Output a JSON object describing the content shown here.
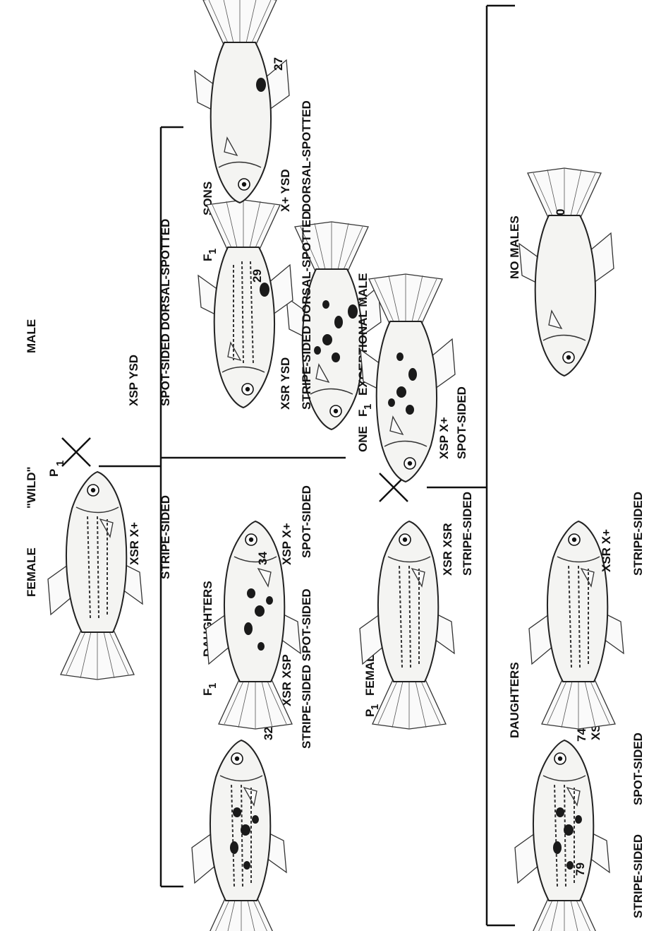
{
  "p1": {
    "wild": "\"WILD\"",
    "p1_label": "P",
    "p1_sub": "1",
    "female": {
      "title": "FEMALE",
      "genotype": "XSR X+",
      "phenotype": "STRIPE-SIDED"
    },
    "male": {
      "title": "MALE",
      "genotype": "XSP YSD",
      "phenotype": "SPOT-SIDED DORSAL-SPOTTED"
    }
  },
  "f1": {
    "daughters_label": "DAUGHTERS",
    "sons_label": "SONS",
    "f_label": "F",
    "f_sub": "1",
    "daughters": [
      {
        "count": "32",
        "genotype": "XSR XSP",
        "phenotype": "STRIPE-SIDED SPOT-SIDED"
      },
      {
        "count": "34",
        "genotype": "XSP X+",
        "phenotype": "SPOT-SIDED"
      }
    ],
    "sons": [
      {
        "count": "29",
        "genotype": "XSR YSD",
        "phenotype": "STRIPE-SIDED DORSAL-SPOTTED"
      },
      {
        "count": "27",
        "genotype": "X+ YSD",
        "phenotype": "DORSAL-SPOTTED"
      }
    ]
  },
  "backcross": {
    "p1_female_label": "FEMALE",
    "p1_female": {
      "genotype": "XSR XSR",
      "phenotype": "STRIPE-SIDED"
    },
    "exceptional_label": "ONE F1 EXCEPTIONAL MALE",
    "exceptional_prefix": "ONE",
    "exceptional_suffix": "EXCEPTIONAL MALE",
    "exceptional": {
      "genotype": "XSP X+",
      "phenotype": "SPOT-SIDED"
    }
  },
  "f2": {
    "daughters_label": "DAUGHTERS",
    "no_males_label": "NO MALES",
    "daughters": [
      {
        "count": "79",
        "genotype": "XSR XSP",
        "phenotype_a": "STRIPE-SIDED",
        "phenotype_b": "SPOT-SIDED"
      },
      {
        "count": "74",
        "genotype": "XSR X+",
        "phenotype": "STRIPE-SIDED"
      }
    ],
    "males": {
      "count": "0"
    }
  }
}
